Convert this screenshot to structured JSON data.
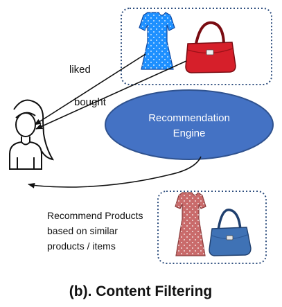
{
  "labels": {
    "liked": "liked",
    "bought": "bought",
    "engine_line1": "Recommendation",
    "engine_line2": "Engine",
    "recommend_line1": "Recommend Products",
    "recommend_line2": "based on similar",
    "recommend_line3": "products / items",
    "caption": "(b). Content Filtering"
  },
  "colors": {
    "engine_fill": "#4472c4",
    "engine_stroke": "#2f528f",
    "dress_top": "#1e90ff",
    "bag_top": "#d61f2a",
    "dress_bottom": "#c96b6b",
    "bag_bottom": "#3f72b5",
    "box_border": "#2f4f7f",
    "arrow": "#111111"
  },
  "icons": {
    "user": "user-icon",
    "dress_top": "dress-icon",
    "bag_top": "handbag-icon",
    "dress_bottom": "dress-icon",
    "bag_bottom": "handbag-icon"
  }
}
